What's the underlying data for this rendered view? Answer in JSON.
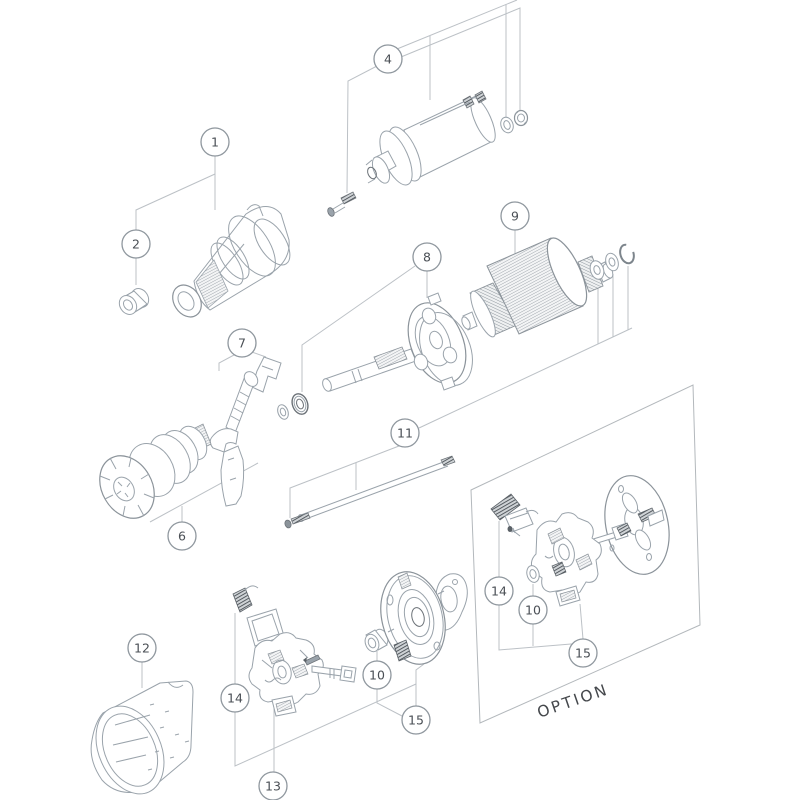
{
  "diagram": {
    "option_label": "OPTION",
    "callouts": [
      {
        "number": "1"
      },
      {
        "number": "2"
      },
      {
        "number": "4"
      },
      {
        "number": "6"
      },
      {
        "number": "7"
      },
      {
        "number": "8"
      },
      {
        "number": "9"
      },
      {
        "number": "11"
      },
      {
        "number": "12"
      },
      {
        "number": "13"
      },
      {
        "number": "14"
      },
      {
        "number": "10"
      },
      {
        "number": "15"
      },
      {
        "number": "14"
      },
      {
        "number": "10"
      },
      {
        "number": "15"
      }
    ],
    "colors": {
      "background": "#ffffff",
      "line": "#9aa3ab",
      "leader": "#bcc1c6",
      "dark_detail": "#4f565c",
      "callout_text": "#4a4f55",
      "option_text": "#45484c"
    }
  }
}
